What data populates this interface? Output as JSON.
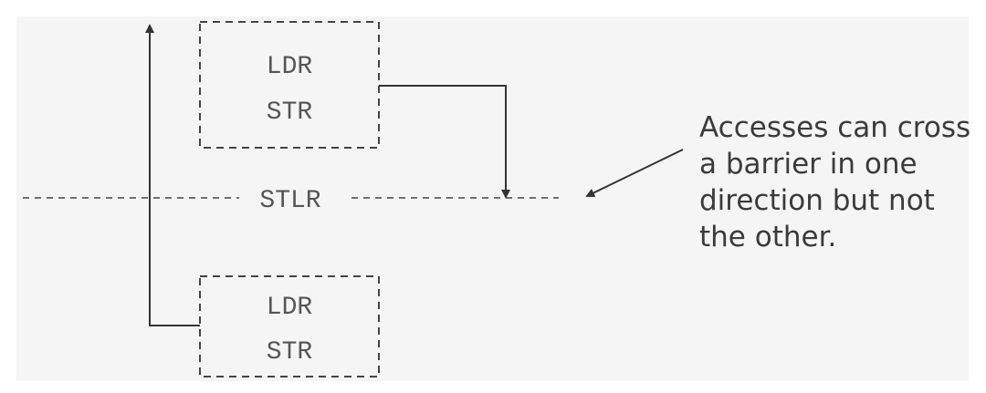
{
  "diagram": {
    "top_box": {
      "lines": [
        "LDR",
        "STR"
      ]
    },
    "barrier": {
      "label": "STLR"
    },
    "bottom_box": {
      "lines": [
        "LDR",
        "STR"
      ]
    },
    "caption": {
      "lines": [
        "Accesses can cross",
        "a barrier in one",
        "direction but not",
        "the other."
      ]
    },
    "colors": {
      "line": "#333333",
      "dashed_border": "#444444",
      "panel_background": "#f5f5f5",
      "text": "#555555",
      "caption_text": "#3b3b3b"
    }
  }
}
